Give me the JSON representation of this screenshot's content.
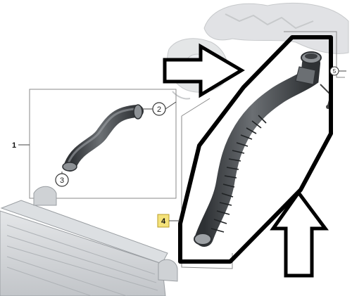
{
  "callouts": {
    "part1": "1",
    "part2": "2",
    "part3": "3",
    "part4": "4",
    "part5": "5"
  },
  "colors": {
    "highlight_outline": "#000000",
    "hose_dark": "#3c3f42",
    "hose_mid": "#6b6f73",
    "hose_light": "#a9adb1",
    "engine_gray": "#c9ccd0",
    "label4_fill": "#f4e27a"
  },
  "icons": {
    "right_arrow": "block-arrow-right",
    "up_arrow": "block-arrow-up"
  }
}
